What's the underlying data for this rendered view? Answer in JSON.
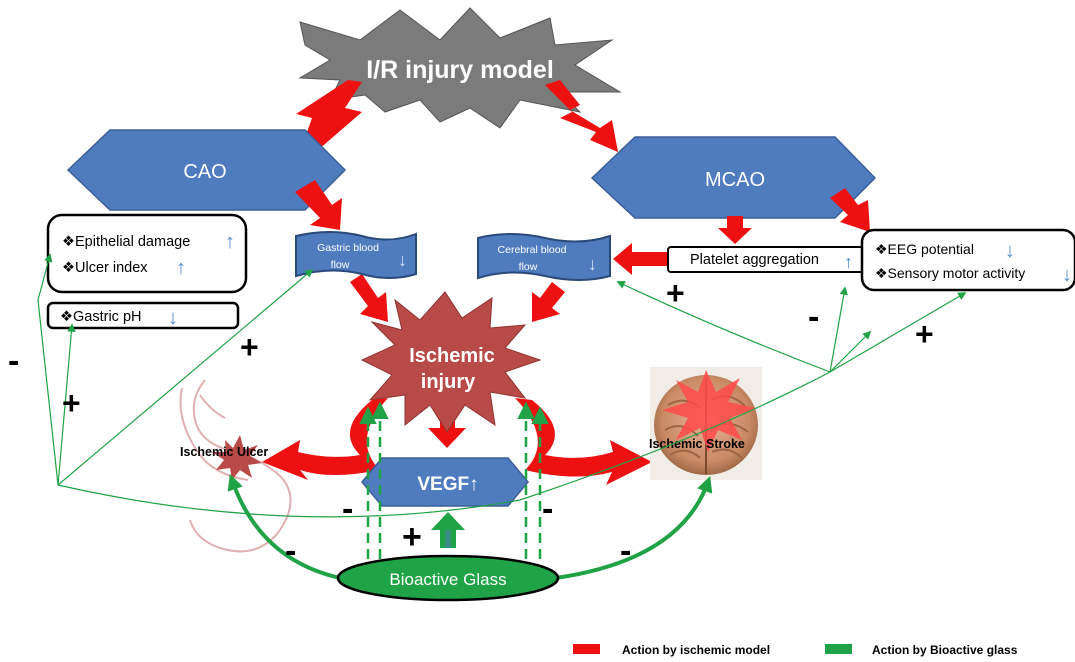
{
  "title": "I/R  injury model",
  "models": {
    "left": "CAO",
    "right": "MCAO"
  },
  "left_effects": {
    "line1": "❖Epithelial damage",
    "line2": "❖Ulcer index",
    "ph": "❖Gastric pH"
  },
  "right_effects": {
    "line1": "❖EEG potential",
    "line2": "❖Sensory motor activity"
  },
  "flows": {
    "gastric_line1": "Gastric blood",
    "gastric_line2": "flow",
    "cerebral_line1": "Cerebral blood",
    "cerebral_line2": "flow"
  },
  "platelet": "Platelet aggregation",
  "center_line1": "Ischemic",
  "center_line2": "injury",
  "vegf": "VEGF↑",
  "ulcer": "Ischemic Ulcer",
  "stroke": "Ischemic Stroke",
  "bioglass": "Bioactive Glass",
  "signs": {
    "plus": "+",
    "minus": "-"
  },
  "arrows": {
    "up": "↑",
    "down": "↓"
  },
  "legend": {
    "red": "Action by ischemic model",
    "green": "Action by Bioactive glass"
  },
  "colors": {
    "red": "#ee1111",
    "green": "#1fa346",
    "blue_shape": "#4f7bbf",
    "dark_red": "#b84a48",
    "gray": "#7b7b7b",
    "thin_arrow": "#5588cc"
  }
}
